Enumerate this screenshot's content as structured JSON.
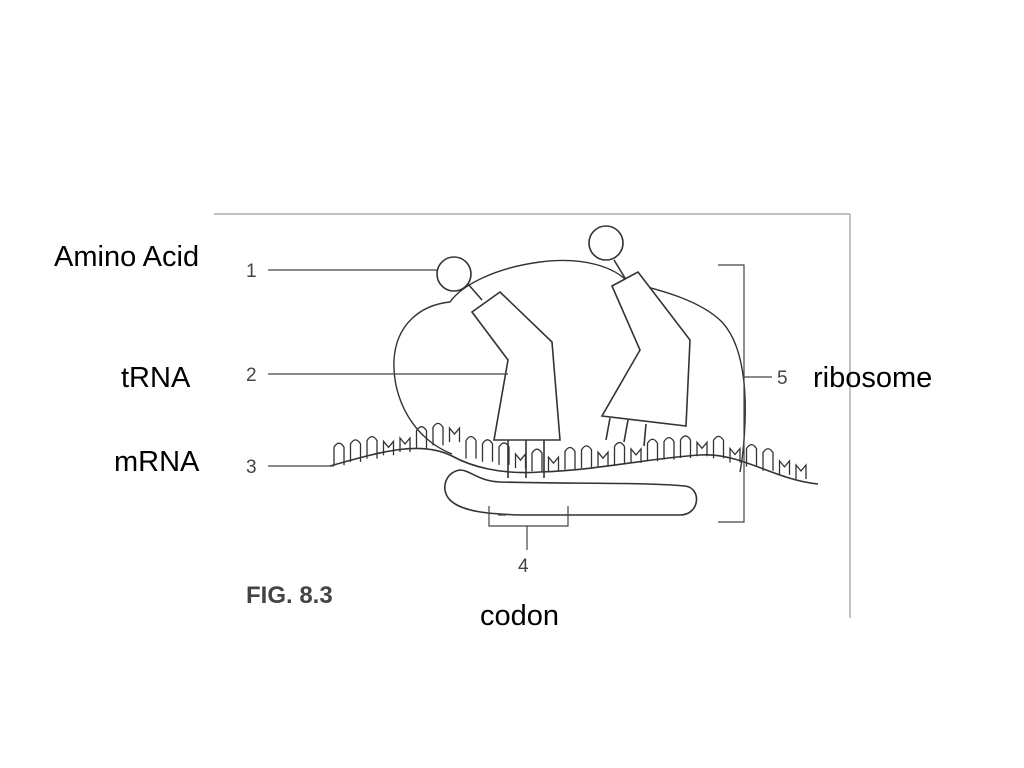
{
  "answers": {
    "amino_acid": "Amino Acid",
    "trna": "tRNA",
    "mrna": "mRNA",
    "ribosome": "ribosome",
    "codon": "codon"
  },
  "figure": {
    "callouts": [
      "1",
      "2",
      "3",
      "4",
      "5"
    ],
    "caption": "FIG. 8.3"
  },
  "colors": {
    "line": "#333333",
    "frame": "#9a9a9a",
    "text": "#000000"
  }
}
